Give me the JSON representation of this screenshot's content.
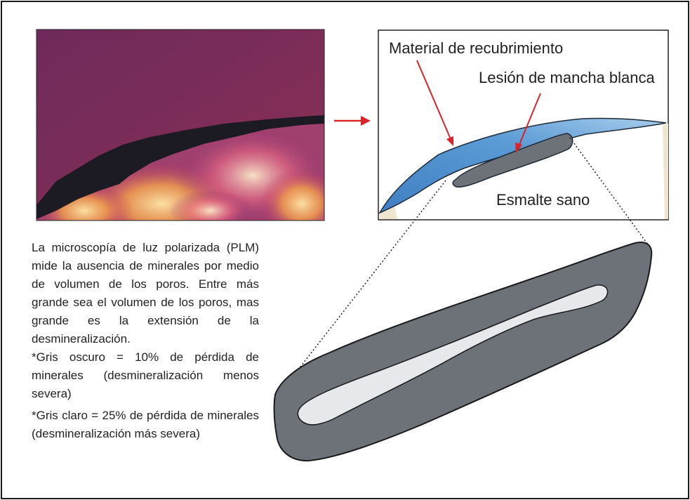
{
  "labels": {
    "coating": "Material de recubrimiento",
    "lesion": "Lesión de mancha blanca",
    "sound_enamel": "Esmalte sano"
  },
  "text": {
    "description": "La microscopía de luz polarizada (PLM) mide la ausencia de minerales por medio de volumen de los poros. Entre más grande sea el volumen de los poros, mas grande es la extensión de la desmineralización.",
    "dark_gray_note": "*Gris oscuro = 10% de pérdida de minerales (desmineralización menos severa)",
    "light_gray_note": "*Gris claro = 25% de pérdida de minerales (desmineralización más severa)"
  },
  "images": {
    "micrograph": "polarized-light-micrograph"
  },
  "colors": {
    "coating_blue": "#5b9bd5",
    "dark_gray": "#6d7278",
    "light_gray": "#e6e8eb",
    "arrow_red": "#d9232a",
    "micrograph_purple": "#7a2a55"
  }
}
